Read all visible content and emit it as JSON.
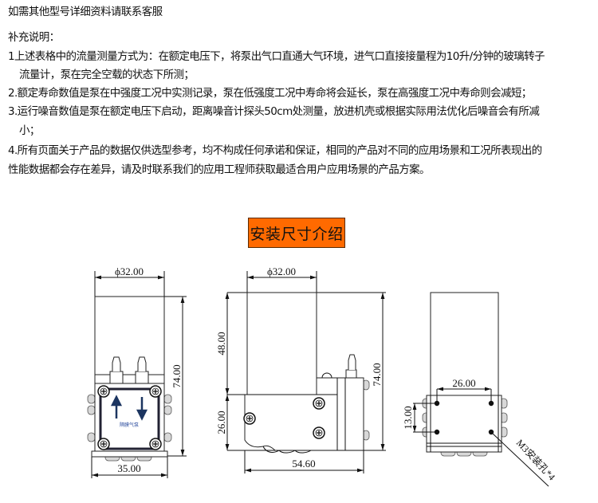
{
  "header_note": "如需其他型号详细资料请联系客服",
  "notes": {
    "heading": "补充说明：",
    "lines": [
      "1上述表格中的流量测量方式为：在额定电压下，将泵出气口直通大气环境，进气口直接接量程为10升/分钟的玻璃转子",
      "流量计，泵在完全空载的状态下所测；",
      "2.额定寿命数值是泵在中强度工况中实测记录，泵在低强度工况中寿命将会延长，泵在高强度工况中寿命则会减短；",
      "3.运行噪音数值是泵在额定电压下启动，距离噪音计探头50cm处测量，放进机壳或根据实际用法优化后噪音会有所减",
      "小；",
      "4.所有页面关于产品的数据仅供选型参考，均不构成任何承诺和保证，相同的产品对不同的应用场景和工况所表现出的",
      "性能数据都会存在差异，请及时联系我们的应用工程师获取最适合用户应用场景的产品方案。"
    ]
  },
  "section_title": "安装尺寸介绍",
  "section_title_color": "#ff6a00",
  "drawings": {
    "front": {
      "diameter": "ϕ32.00",
      "height": "74.00",
      "width": "35.00",
      "label": "隔膜气泵"
    },
    "side": {
      "diameter": "ϕ32.00",
      "upper_height": "48.00",
      "lower_height": "26.00",
      "total_height": "74.00",
      "length": "54.60"
    },
    "bottom": {
      "hole_spacing_x": "26.00",
      "hole_spacing_y": "13.00",
      "hole_note": "M3安装孔*4"
    }
  }
}
